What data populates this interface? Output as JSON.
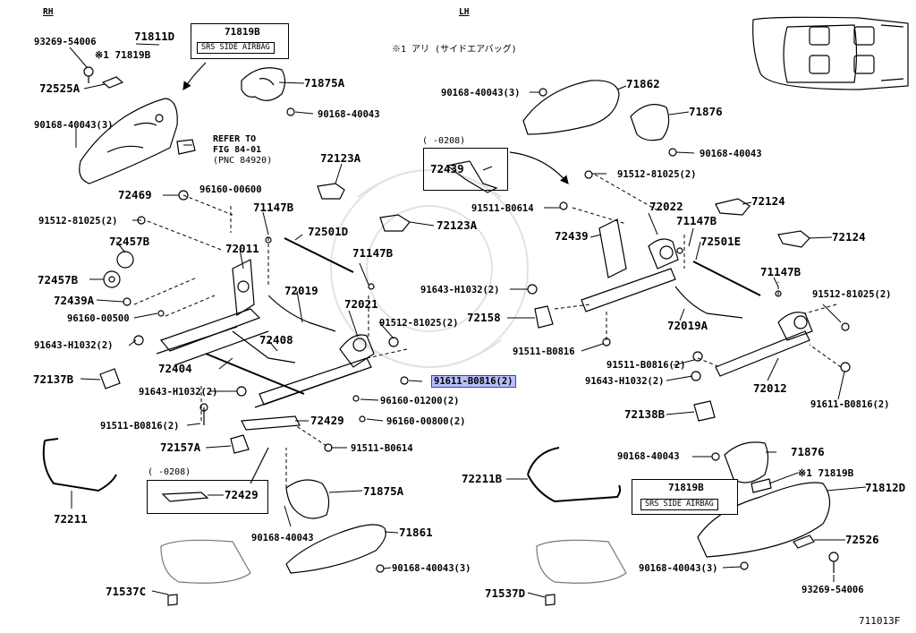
{
  "sides": {
    "rh": "RH",
    "lh": "LH"
  },
  "note_airbag": "※1 アリ (サイドエアバッグ)",
  "refer": {
    "line1": "REFER TO",
    "line2": "FIG 84-01",
    "line3": "(PNC 84920)"
  },
  "date_box_left": "(     -0208)",
  "date_box_right": "(     -0208)",
  "srs_box": {
    "part": "71819B",
    "text": "SRS SIDE AIRBAG"
  },
  "figure_number": "711013F",
  "highlight_color": "#b7bff7",
  "parts": {
    "p93269_54006_l": "93269-54006",
    "p71811D": "71811D",
    "p71819B_l": "※1 71819B",
    "p72525A": "72525A",
    "p90168_40043_3_l": "90168-40043(3)",
    "p71875A_t": "71875A",
    "p90168_40043_t": "90168-40043",
    "p72123A_a": "72123A",
    "p72469": "72469",
    "p96160_00600": "96160-00600",
    "p71147B_a": "71147B",
    "p91512_81025_2_a": "91512-81025(2)",
    "p72457B_a": "72457B",
    "p72501D": "72501D",
    "p72011": "72011",
    "p72457B_b": "72457B",
    "p72439A": "72439A",
    "p96160_00500": "96160-00500",
    "p91643_H1032_2_a": "91643-H1032(2)",
    "p72404": "72404",
    "p72137B": "72137B",
    "p91643_H1032_2_b": "91643-H1032(2)",
    "p91511_B0816_2_a": "91511-B0816(2)",
    "p72157A": "72157A",
    "p72019": "72019",
    "p72408": "72408",
    "p71147B_b": "71147B",
    "p72021": "72021",
    "p91512_81025_2_b": "91512-81025(2)",
    "p91611_B0816_2_hl": "91611-B0816(2)",
    "p96160_01200_2": "96160-01200(2)",
    "p96160_00800_2": "96160-00800(2)",
    "p72429_a": "72429",
    "p91511_B0614_a": "91511-B0614",
    "p72123A_b": "72123A",
    "p72429_b": "72429",
    "p72211": "72211",
    "p71875A_b": "71875A",
    "p90168_40043_b": "90168-40043",
    "p71861": "71861",
    "p90168_40043_3_b": "90168-40043(3)",
    "p71537C": "71537C",
    "p90168_40043_3_r": "90168-40043(3)",
    "p71862": "71862",
    "p71876_t": "71876",
    "p90168_40043_r": "90168-40043",
    "p72439_a": "72439",
    "p91512_81025_2_c": "91512-81025(2)",
    "p91511_B0614_b": "91511-B0614",
    "p72022": "72022",
    "p71147B_c": "71147B",
    "p72124_a": "72124",
    "p72439_b": "72439",
    "p72501E": "72501E",
    "p72124_b": "72124",
    "p71147B_d": "71147B",
    "p91643_H1032_2_c": "91643-H1032(2)",
    "p72158": "72158",
    "p91512_81025_2_d": "91512-81025(2)",
    "p72019A": "72019A",
    "p91511_B0816": "91511-B0816",
    "p91511_B0816_2_b": "91511-B0816(2)",
    "p91643_H1032_2_d": "91643-H1032(2)",
    "p72012": "72012",
    "p91611_B0816_2": "91611-B0816(2)",
    "p72138B": "72138B",
    "p72211B": "72211B",
    "p90168_40043_m": "90168-40043",
    "p71876_b": "71876",
    "p71819B_r": "※1 71819B",
    "p71812D": "71812D",
    "p72526": "72526",
    "p90168_40043_3_rb": "90168-40043(3)",
    "p93269_54006_r": "93269-54006",
    "p71537D": "71537D"
  }
}
